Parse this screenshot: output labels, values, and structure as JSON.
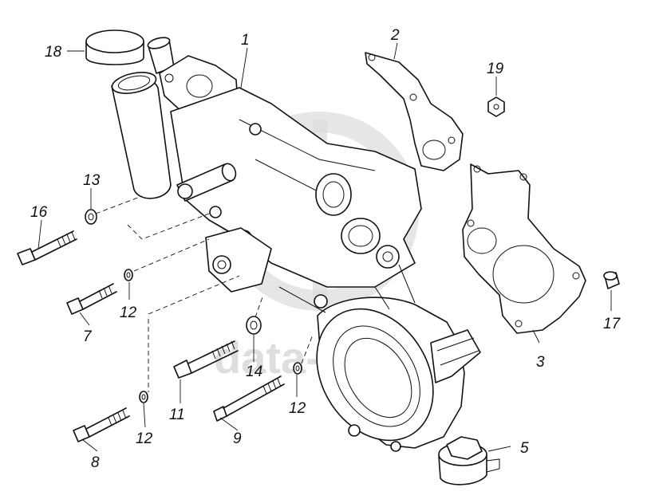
{
  "watermark": {
    "text": "data-parts",
    "color": "#cfcfcf"
  },
  "callouts": {
    "c1": "1",
    "c2": "2",
    "c3": "3",
    "c5": "5",
    "c7": "7",
    "c8": "8",
    "c9": "9",
    "c11": "11",
    "c12a": "12",
    "c12b": "12",
    "c12c": "12",
    "c13": "13",
    "c14": "14",
    "c16": "16",
    "c17": "17",
    "c18": "18",
    "c19": "19"
  },
  "icons": {
    "main_part": "water-pump-housing-icon",
    "gasket": "gasket-icon",
    "bolt": "bolt-icon",
    "washer": "washer-icon",
    "nut": "nut-icon",
    "plug": "plug-icon",
    "cap": "cap-icon"
  }
}
